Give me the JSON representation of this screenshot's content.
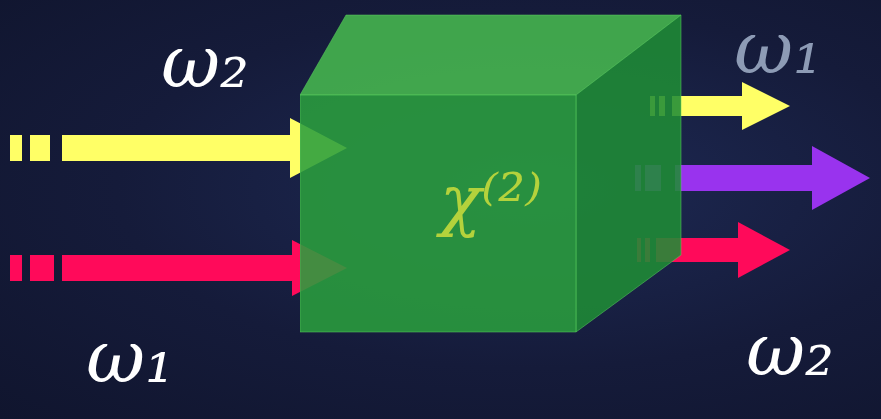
{
  "diagram": {
    "nodes": [
      {
        "text": [
          "χ⁽²⁾"
        ]
      }
    ],
    "labels": [
      "ω₂",
      "ω₁",
      "ω₂",
      "ω₁"
    ]
  }
}
